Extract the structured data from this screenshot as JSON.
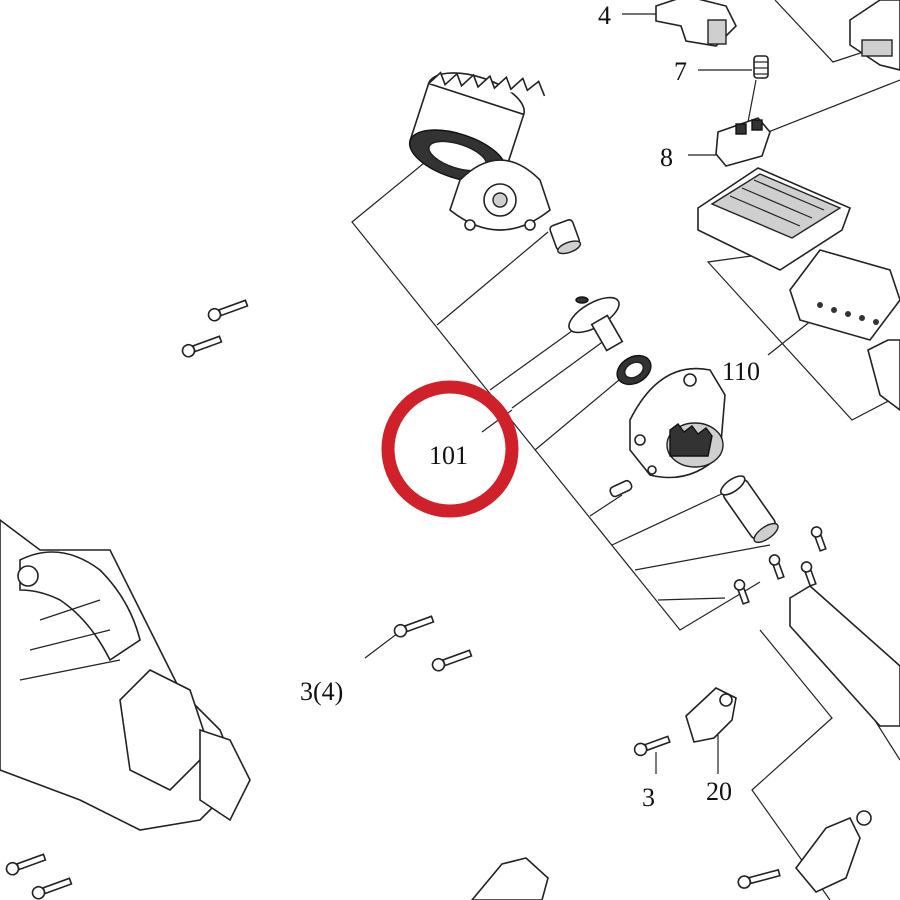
{
  "callouts": {
    "label_4": "4",
    "label_7": "7",
    "label_8": "8",
    "label_110": "110",
    "label_101": "101",
    "label_3_4": "3(4)",
    "label_3": "3",
    "label_20": "20"
  },
  "highlight": {
    "target": "101",
    "color": "#d0202a"
  }
}
